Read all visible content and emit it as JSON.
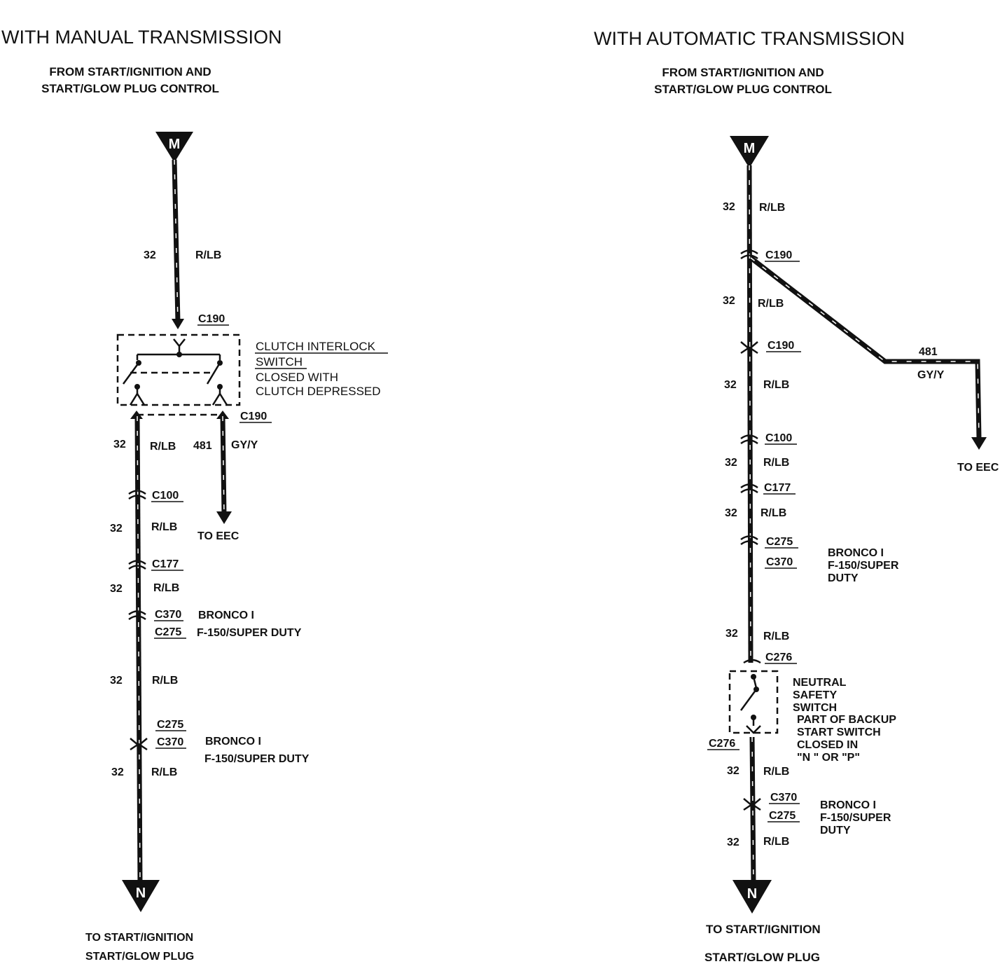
{
  "manual": {
    "title": "WITH MANUAL TRANSMISSION",
    "from_line1": "FROM START/IGNITION AND",
    "from_line2": "START/GLOW PLUG CONTROL",
    "terminal_top": "M",
    "terminal_bottom": "N",
    "wire_num": "32",
    "wire_color": "R/LB",
    "connectors": {
      "c190": "C190",
      "c100": "C100",
      "c177": "C177",
      "c370": "C370",
      "c275": "C275"
    },
    "switch": {
      "line1": "CLUTCH INTERLOCK",
      "line2": "SWITCH",
      "line3": "CLOSED WITH",
      "line4": "CLUTCH DEPRESSED"
    },
    "eec_wire_num": "481",
    "eec_wire_color": "GY/Y",
    "to_eec": "TO EEC",
    "bronco": "BRONCO I",
    "f150": "F-150/SUPER DUTY",
    "to_line1": "TO START/IGNITION",
    "to_line2": "START/GLOW PLUG"
  },
  "automatic": {
    "title": "WITH AUTOMATIC TRANSMISSION",
    "from_line1": "FROM START/IGNITION AND",
    "from_line2": "START/GLOW PLUG CONTROL",
    "terminal_top": "M",
    "terminal_bottom": "N",
    "wire_num": "32",
    "wire_color": "R/LB",
    "connectors": {
      "c190": "C190",
      "c100": "C100",
      "c177": "C177",
      "c275": "C275",
      "c370": "C370",
      "c276": "C276"
    },
    "eec_wire_num": "481",
    "eec_wire_color": "GY/Y",
    "to_eec": "TO EEC",
    "bronco_block": [
      "BRONCO I",
      "F-150/SUPER",
      "DUTY"
    ],
    "switch": {
      "line1": "NEUTRAL",
      "line2": "SAFETY",
      "line3": "SWITCH",
      "line4": "PART OF BACKUP",
      "line5": "START SWITCH",
      "line6": "CLOSED IN",
      "line7": "\"N \" OR \"P\""
    },
    "to_line1": "TO START/IGNITION",
    "to_line2": "START/GLOW PLUG"
  }
}
